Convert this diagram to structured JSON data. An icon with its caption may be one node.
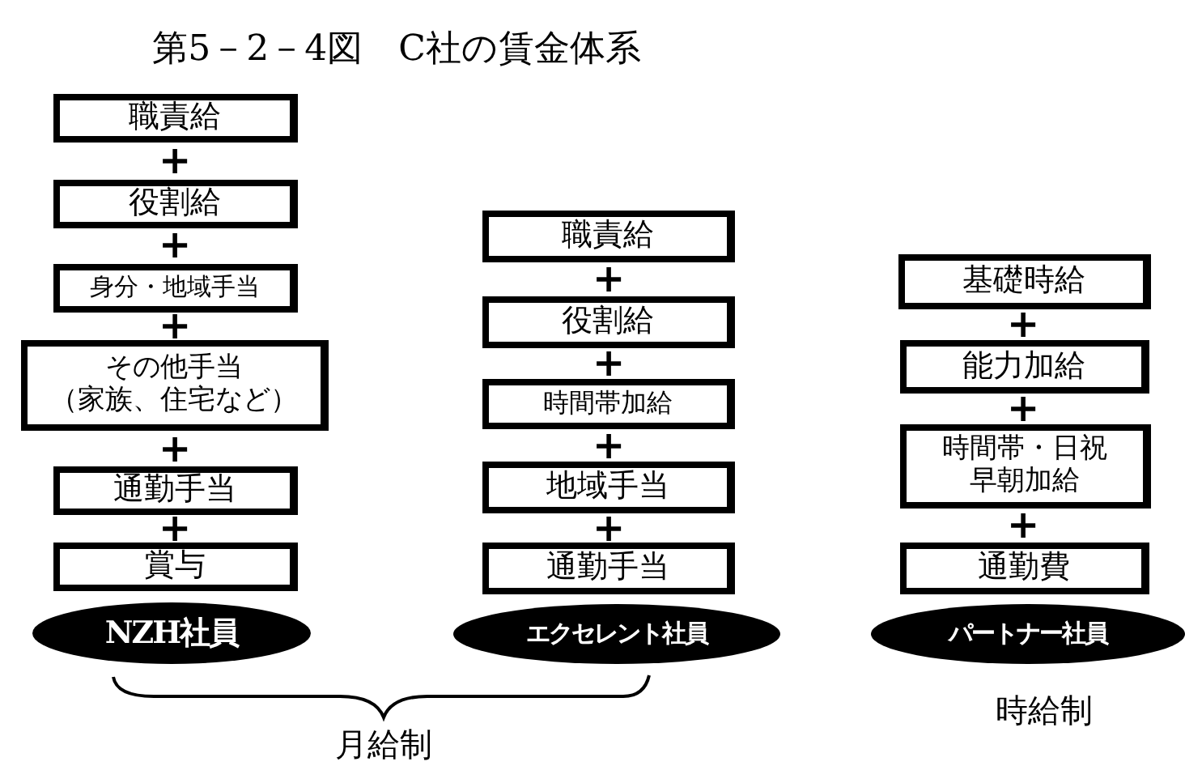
{
  "diagram": {
    "title": "第5－2－4図　C社の賃金体系",
    "nodes": [
      {
        "text": [
          "職責給"
        ]
      },
      {
        "text": [
          "役割給"
        ]
      },
      {
        "text": [
          "身分・地域手当"
        ]
      },
      {
        "text": [
          "その他手当（家族、住宅など）"
        ]
      },
      {
        "text": [
          "通勤手当"
        ]
      },
      {
        "text": [
          "賞与"
        ]
      },
      {
        "text": [
          "NZH社員"
        ]
      },
      {
        "text": [
          "職責給"
        ]
      },
      {
        "text": [
          "役割給"
        ]
      },
      {
        "text": [
          "時間帯加給"
        ]
      },
      {
        "text": [
          "地域手当"
        ]
      },
      {
        "text": [
          "通勤手当"
        ]
      },
      {
        "text": [
          "エクセレント社員"
        ]
      },
      {
        "text": [
          "基礎時給"
        ]
      },
      {
        "text": [
          "能力加給"
        ]
      },
      {
        "text": [
          "時間帯・日祝早朝加給"
        ]
      },
      {
        "text": [
          "通勤費"
        ]
      },
      {
        "text": [
          "パートナー社員"
        ]
      }
    ],
    "labels": [
      "+",
      "+",
      "+",
      "+",
      "+",
      "+",
      "+",
      "+",
      "+",
      "+",
      "+",
      "+",
      "月給制",
      "時給制"
    ]
  }
}
